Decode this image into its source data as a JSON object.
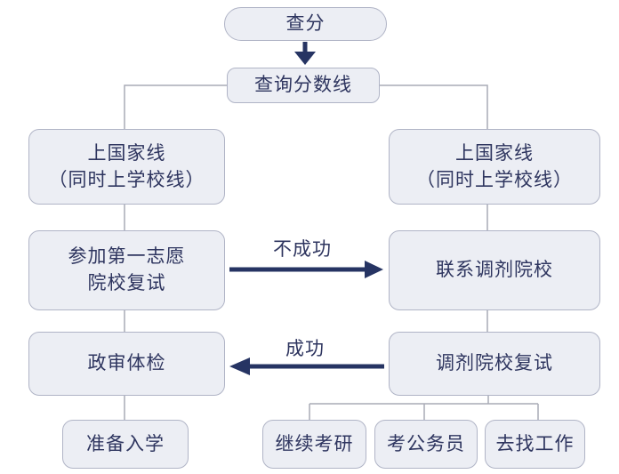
{
  "flowchart": {
    "nodes": {
      "check_score": {
        "label": "查分"
      },
      "query_cutoff_line": {
        "label": "查询分数线"
      },
      "left_pass_line": {
        "lines": [
          "上国家线",
          "（同时上学校线）"
        ]
      },
      "right_pass_line": {
        "lines": [
          "上国家线",
          "（同时上学校线）"
        ]
      },
      "first_choice_retest": {
        "lines": [
          "参加第一志愿",
          "院校复试"
        ]
      },
      "contact_transfer_school": {
        "label": "联系调剂院校"
      },
      "political_review_physical": {
        "label": "政审体检"
      },
      "transfer_school_retest": {
        "label": "调剂院校复试"
      },
      "prepare_enrollment": {
        "label": "准备入学"
      },
      "continue_kaoyan": {
        "label": "继续考研"
      },
      "civil_service_exam": {
        "label": "考公务员"
      },
      "find_job": {
        "label": "去找工作"
      }
    },
    "edges": {
      "unsuccessful_label": "不成功",
      "successful_label": "成功"
    },
    "colors": {
      "node_fill": "#eceef4",
      "node_border": "#b0b4c6",
      "text_color": "#2e355f",
      "arrow_color": "#263463",
      "connector_color": "#a9abb5",
      "bg_color": "#ffffff"
    }
  }
}
